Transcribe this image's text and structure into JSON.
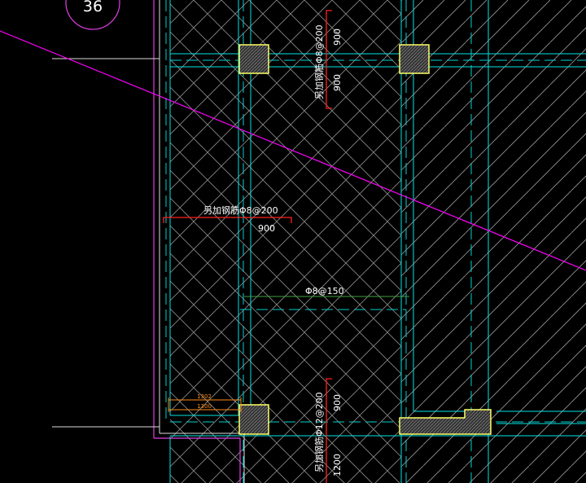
{
  "colors": {
    "background": "#000000",
    "cyan": "#00e5e5",
    "hatch": "#9a9a9a",
    "magenta": "#ff00ff",
    "red": "#ff2020",
    "yellow": "#ffff66",
    "green": "#3fa03f",
    "orange": "#ff8c1a",
    "white": "#ffffff"
  },
  "drawing": {
    "grid_bubble": "36",
    "rebar_top_vertical": "另加钢筋Φ8@200",
    "dim_top_upper": "900",
    "dim_top_lower": "900",
    "rebar_left_horizontal": "另加钢筋Φ8@200",
    "dim_left": "900",
    "rebar_distribution": "Φ8@150",
    "rebar_bottom_vertical": "另加钢筋Φ12@200",
    "dim_bottom_upper": "900",
    "dim_bottom_lower": "1200",
    "small_dim_1": "1302",
    "small_dim_2": "1300"
  }
}
